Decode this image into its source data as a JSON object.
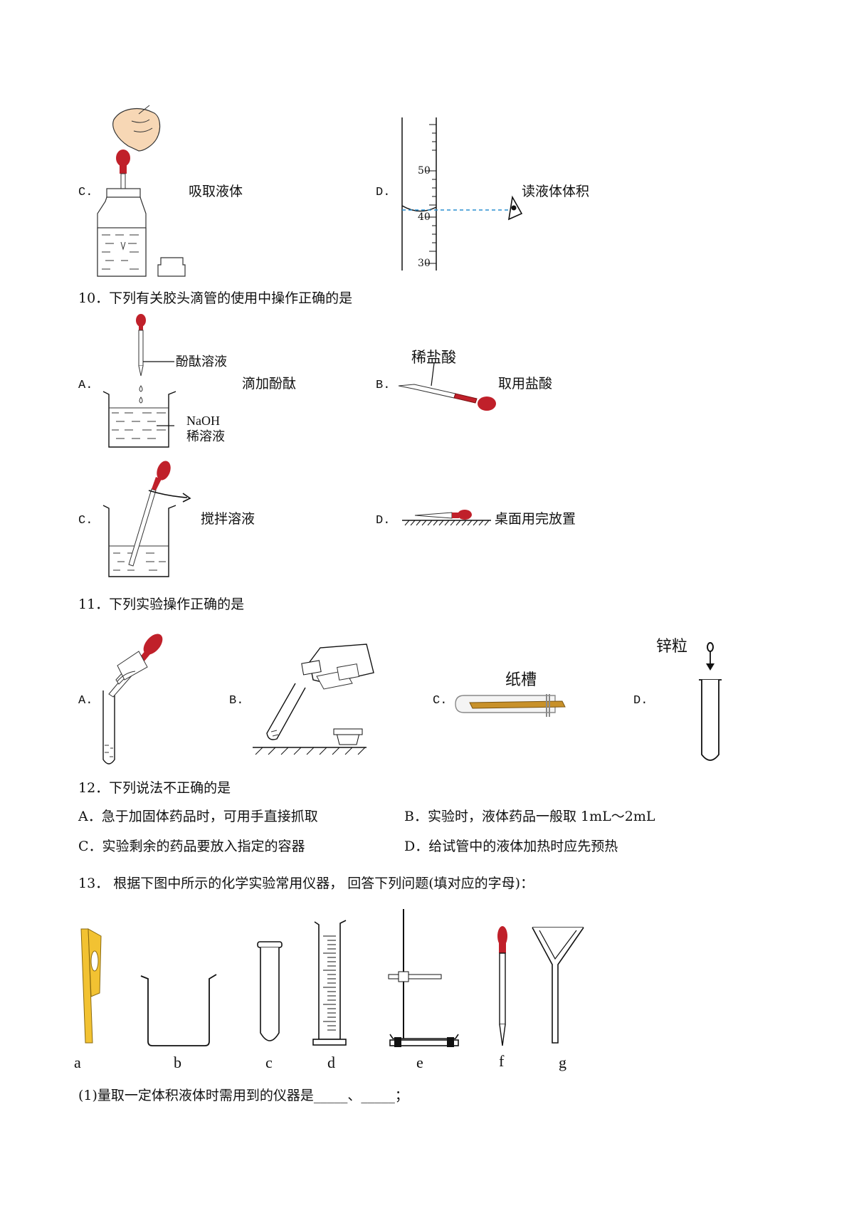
{
  "q9": {
    "c_label": "C.",
    "c_text": "吸取液体",
    "d_label": "D.",
    "d_text": "读液体体积",
    "scale": [
      "50",
      "40",
      "30"
    ]
  },
  "q10": {
    "stem": "10．下列有关胶头滴管的使用中操作正确的是",
    "a_label": "A.",
    "a_caption_top": "酚酞溶液",
    "a_text": "滴加酚酞",
    "a_naoh": "NaOH",
    "a_dilute": "稀溶液",
    "b_label": "B.",
    "b_caption": "稀盐酸",
    "b_text": "取用盐酸",
    "c_label": "C.",
    "c_text": "搅拌溶液",
    "d_label": "D.",
    "d_text": "桌面用完放置"
  },
  "q11": {
    "stem": "11．下列实验操作正确的是",
    "a_label": "A.",
    "b_label": "B.",
    "c_label": "C.",
    "c_caption": "纸槽",
    "d_label": "D.",
    "d_caption": "锌粒"
  },
  "q12": {
    "stem": "12．下列说法不正确的是",
    "a": "A．急于加固体药品时，可用手直接抓取",
    "b": "B．实验时，液体药品一般取 1mL～2mL",
    "c": "C．实验剩余的药品要放入指定的容器",
    "d": "D．给试管中的液体加热时应先预热"
  },
  "q13": {
    "stem": "13． 根据下图中所示的化学实验常用仪器， 回答下列问题(填对应的字母)：",
    "labels": [
      "a",
      "b",
      "c",
      "d",
      "e",
      "f",
      "g"
    ],
    "sub1": "(1)量取一定体积液体时需用到的仪器是_____、_____；"
  },
  "colors": {
    "bulb": "#c0202a",
    "paper": "#c8912a",
    "clamp": "#f2c232",
    "dash": "#2a8fd0"
  }
}
